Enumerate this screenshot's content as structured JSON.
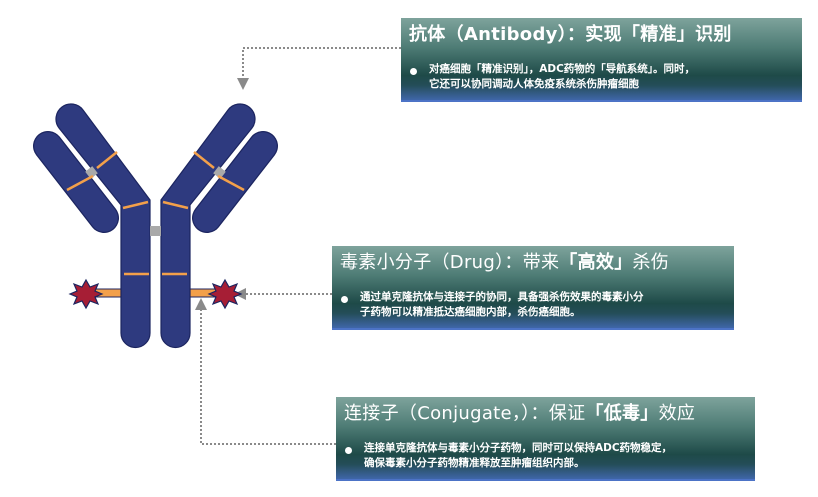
{
  "colors": {
    "antibody_fill": "#2e3a7f",
    "antibody_stroke": "#1c2560",
    "segment_line": "#f3a04a",
    "hinge": "#a9a9a9",
    "toxin_star": "#a61e35",
    "linker_bar": "#f3a04a",
    "connector": "#8a8a8a",
    "box_gradient_top": "#7ea39c",
    "box_gradient_mid": "#1e4a48",
    "box_gradient_bottom": "#3f66a8"
  },
  "boxes": {
    "antibody": {
      "title_prefix": "抗体（Antibody）：实现",
      "title_emphasis": "「精准」",
      "title_suffix": "识别",
      "desc_line1": "对癌细胞「精准识别」，ADC药物的「导航系统」。同时，",
      "desc_line2": "它还可以协同调动人体免疫系统杀伤肿瘤细胞"
    },
    "drug": {
      "title_prefix": "毒素小分子（Drug）：带来",
      "title_emphasis": "「高效」",
      "title_suffix": "杀伤",
      "desc_line1": "通过单克隆抗体与连接子的协同，具备强杀伤效果的毒素小分",
      "desc_line2": "子药物可以精准抵达癌细胞内部，杀伤癌细胞。"
    },
    "linker": {
      "title_prefix": "连接子（Conjugate，）：保证",
      "title_emphasis": "「低毒」",
      "title_suffix": "效应",
      "desc_line1": "连接单克隆抗体与毒素小分子药物，同时可以保持ADC药物稳定，",
      "desc_line2": "确保毒素小分子药物精准释放至肿瘤组织内部。"
    }
  }
}
